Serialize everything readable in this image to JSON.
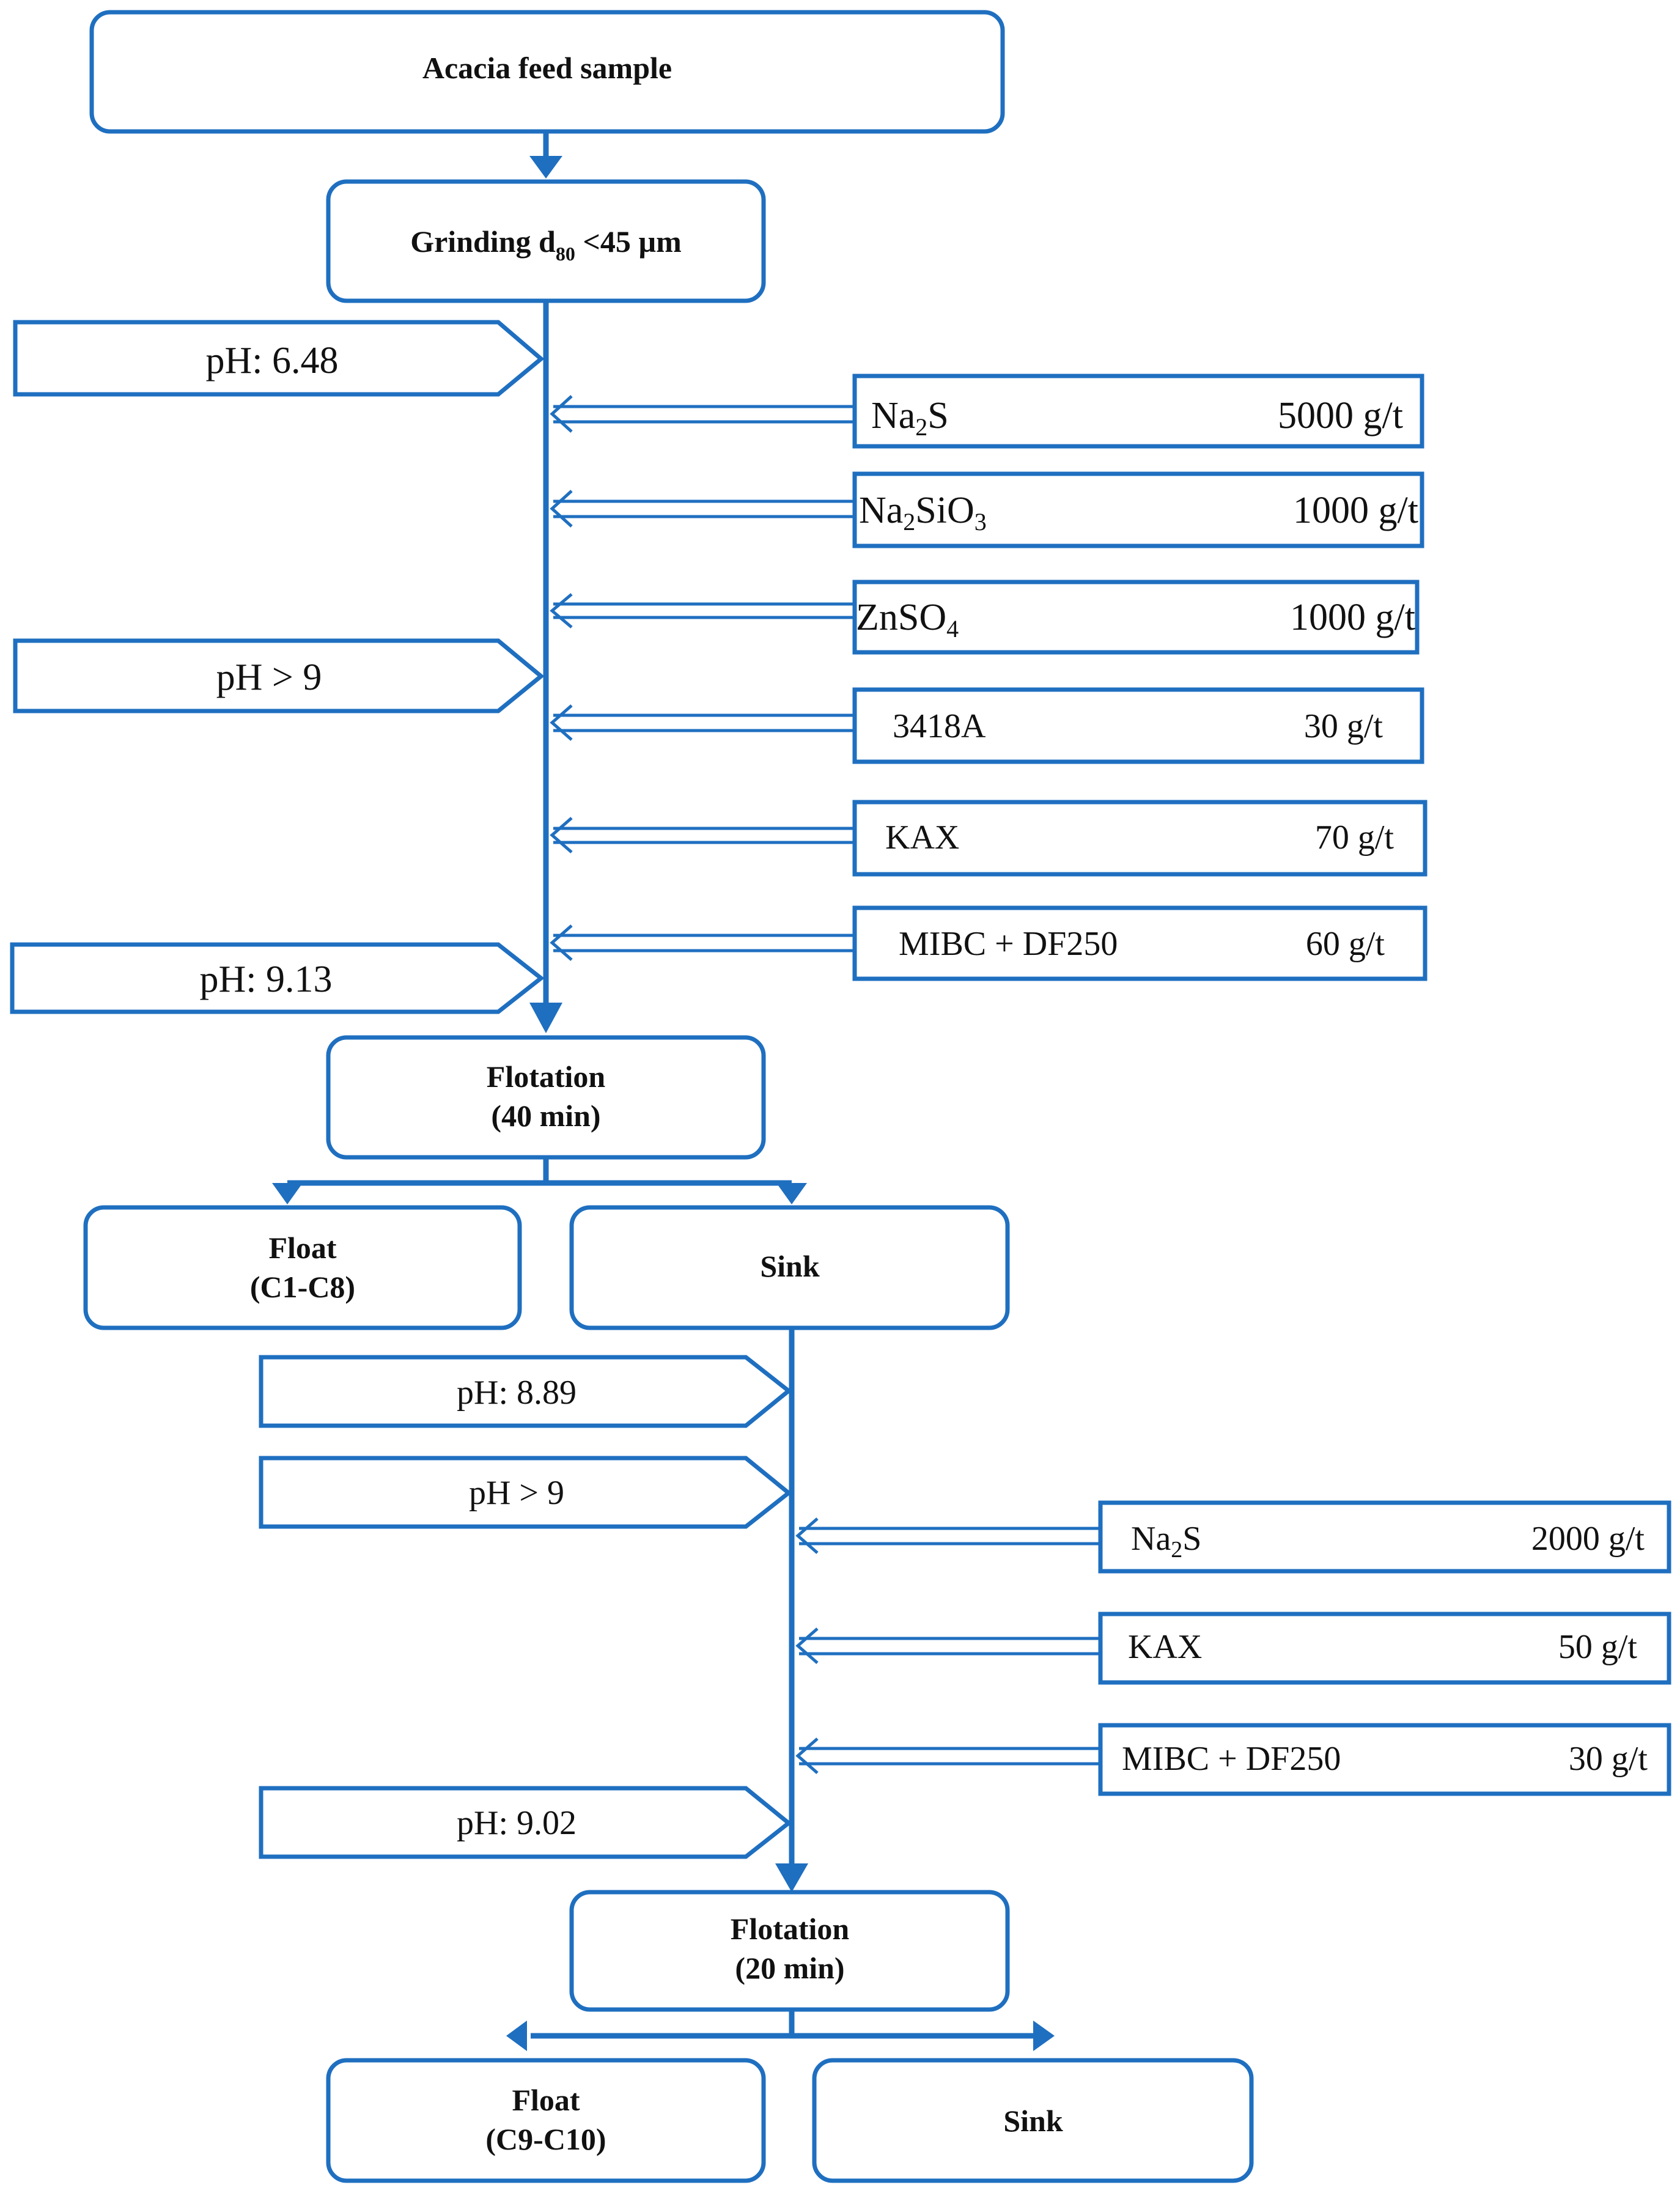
{
  "colors": {
    "accent": "#1f6fc0",
    "text": "#111111",
    "background": "#ffffff"
  },
  "nodes": {
    "feed": "Acacia feed sample",
    "grinding_prefix": "Grinding d",
    "grinding_sub": "80",
    "grinding_suffix": " <45 µm",
    "flotation1_line1": "Flotation",
    "flotation1_line2": "(40 min)",
    "float1_line1": "Float",
    "float1_line2": "(C1-C8)",
    "sink1": "Sink",
    "flotation2_line1": "Flotation",
    "flotation2_line2": "(20 min)",
    "float2_line1": "Float",
    "float2_line2": "(C9-C10)",
    "sink2": "Sink"
  },
  "ph_stage1": [
    "pH: 6.48",
    "pH > 9",
    "pH: 9.13"
  ],
  "ph_stage2": [
    "pH: 8.89",
    "pH > 9",
    "pH: 9.02"
  ],
  "reagents_stage1": [
    {
      "name": "Na",
      "sub1": "2",
      "rest": "S",
      "sub2": "",
      "dose": "5000 g/t"
    },
    {
      "name": "Na",
      "sub1": "2",
      "rest": "SiO",
      "sub2": "3",
      "dose": "1000 g/t"
    },
    {
      "name": "ZnSO",
      "sub1": "4",
      "rest": "",
      "sub2": "",
      "dose": "1000 g/t"
    },
    {
      "name": "3418A",
      "sub1": "",
      "rest": "",
      "sub2": "",
      "dose": "30 g/t"
    },
    {
      "name": "KAX",
      "sub1": "",
      "rest": "",
      "sub2": "",
      "dose": "70 g/t"
    },
    {
      "name": "MIBC + DF250",
      "sub1": "",
      "rest": "",
      "sub2": "",
      "dose": "60 g/t"
    }
  ],
  "reagents_stage2": [
    {
      "name": "Na",
      "sub1": "2",
      "rest": "S",
      "sub2": "",
      "dose": "2000 g/t"
    },
    {
      "name": "KAX",
      "sub1": "",
      "rest": "",
      "sub2": "",
      "dose": "50 g/t"
    },
    {
      "name": "MIBC + DF250",
      "sub1": "",
      "rest": "",
      "sub2": "",
      "dose": "30 g/t"
    }
  ]
}
